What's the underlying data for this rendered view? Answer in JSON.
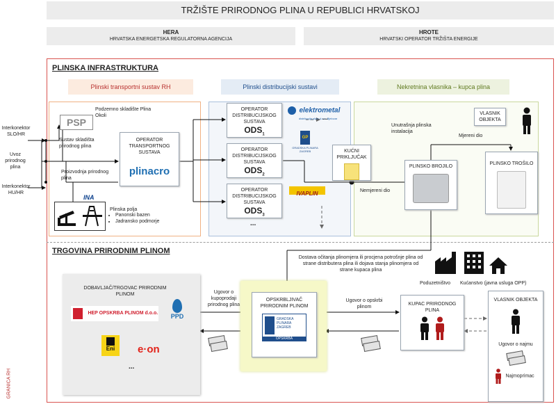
{
  "title": "TRŽIŠTE PRIRODNOG PLINA U REPUBLICI HRVATSKOJ",
  "regulators": {
    "hera": {
      "name": "HERA",
      "full": "HRVATSKA ENERGETSKA REGULATORNA AGENCIJA"
    },
    "hrote": {
      "name": "HROTE",
      "full": "HRVATSKI OPERATOR TRŽIŠTA ENERGIJE"
    }
  },
  "infra": {
    "title": "PLINSKA INFRASTRUKTURA",
    "col_transport": "Plinski transportni sustav RH",
    "col_distrib": "Plinski distribucijski sustavi",
    "col_property": "Nekretnina vlasnika – kupca plina",
    "storage_label": "Podzemno skladište Plina Okoli",
    "psp_logo": "PSP",
    "interconnector_slo": "Interkonektor SLO/HR",
    "import": "Uvoz prirodnog plina",
    "interconnector_hu": "Interkonektor HU/HR",
    "storage_system": "Sustav skladišta prirodnog plina",
    "production": "Proizvodnja prirodnog plina",
    "ina_logo": "INA",
    "gas_fields_title": "Plinska polja",
    "gas_fields": [
      "Panonski bazen",
      "Jadransko podmorje"
    ],
    "tso_label": "OPERATOR TRANSPORTNOG SUSTAVA",
    "plinacro_logo": "plinacro",
    "ods_label": "OPERATOR DISTRIBUCIJSKOG SUSTAVA",
    "ods": [
      {
        "name": "ODS",
        "sub": "1"
      },
      {
        "name": "ODS",
        "sub": "2"
      },
      {
        "name": "ODS",
        "sub": "3"
      }
    ],
    "ods_more": "...",
    "ods_dots_right": "...",
    "elektrometal_logo": "elektrometal",
    "elektrometal_sub": "distribucija plina d.o.o. Bjelovar",
    "gpz_logo": "GRADSKA PLINARA ZAGREB",
    "gpz_icon": "GP",
    "ivaplin_logo": "IVAPLIN",
    "house_connection": "KUĆNI PRIKLJUČAK",
    "internal_install": "Unutrašnja plinska instalacija",
    "measured": "Mjereni dio",
    "unmeasured": "Nemjereni dio",
    "meter": "PLINSKO BROJILO",
    "appliance": "PLINSKO TROŠILO",
    "owner": "VLASNIK OBJEKTA"
  },
  "trade": {
    "title": "TRGOVINA PRIRODNIM PLINOM",
    "supplier_title": "DOBAVLJAČ/TRGOVAC PRIRODNIM PLINOM",
    "hep_logo": "HEP OPSKRBA PLINOM d.o.o.",
    "ppd_logo": "PPD",
    "eni_logo": "Eni",
    "eon_logo": "e·on",
    "more": "...",
    "contract_sale": "Ugovor o kupoprodaji prirodnog plina",
    "retailer_title": "OPSKRBLJIVAČ PRIRODNIM PLINOM",
    "gpz_retail": "GRADSKA PLINARA ZAGREB",
    "gpz_retail_sub": "OPSKRBA",
    "reading_note": "Dostava očitanja plinomjera ili procjena potrošnje plina od strane distributera plina ili dojava stanja plinomjera od strane kupaca plina",
    "contract_supply": "Ugovor o opskrbi plinom",
    "customer": "KUPAC PRIRODNOG PLINA",
    "business": "Poduzetništvo",
    "household": "Kućanstvo (javna usluga OPP)",
    "owner": "VLASNIK OBJEKTA",
    "lease": "Ugovor o najmu",
    "tenant": "Najmoprimac",
    "border": "GRANICA RH"
  },
  "colors": {
    "title_red": "#b8312f",
    "border_red": "#d9534f",
    "orange_bg": "#fcebdf",
    "orange_border": "#f0b183",
    "blue_bg": "#e4ecf5",
    "blue_border": "#a9c0dc",
    "green_bg": "#edf2df",
    "green_border": "#c9d79c",
    "yellow_bg": "#f6f8c8",
    "plinacro_blue": "#1f6fb2",
    "ina_blue": "#0a3f8c",
    "elektrometal_blue": "#1d5fa8",
    "hep_red": "#d0202f",
    "eni_yellow": "#f7d417",
    "eon_red": "#e2231a",
    "person_red": "#b01c1c"
  }
}
